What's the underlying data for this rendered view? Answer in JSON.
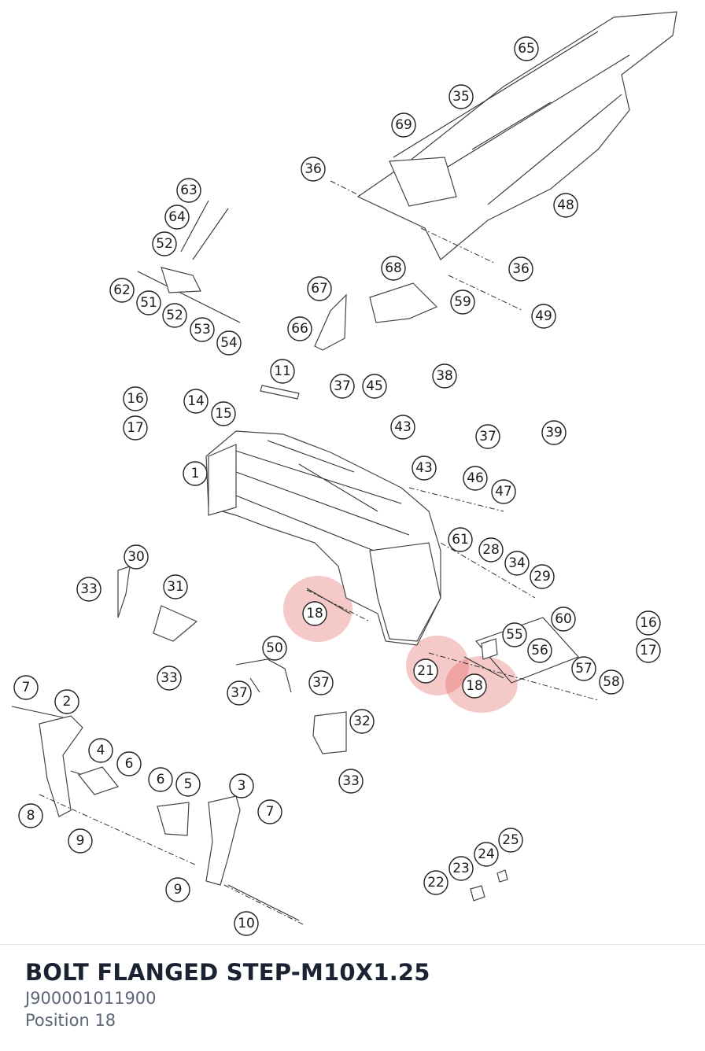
{
  "part": {
    "name": "BOLT FLANGED STEP-M10X1.25",
    "number": "J900001011900",
    "position": "Position 18"
  },
  "callouts": [
    "65",
    "35",
    "69",
    "36",
    "48",
    "36",
    "49",
    "59",
    "68",
    "63",
    "64",
    "52",
    "62",
    "51",
    "52",
    "53",
    "54",
    "67",
    "66",
    "11",
    "37",
    "45",
    "43",
    "38",
    "37",
    "39",
    "16",
    "17",
    "14",
    "15",
    "1",
    "43",
    "46",
    "47",
    "61",
    "28",
    "34",
    "29",
    "30",
    "33",
    "31",
    "33",
    "18",
    "21",
    "18",
    "60",
    "55",
    "56",
    "16",
    "17",
    "57",
    "58",
    "50",
    "37",
    "37",
    "32",
    "33",
    "7",
    "2",
    "4",
    "6",
    "6",
    "5",
    "3",
    "7",
    "8",
    "9",
    "9",
    "10",
    "25",
    "24",
    "23",
    "22"
  ],
  "highlight_color": "#e25858"
}
